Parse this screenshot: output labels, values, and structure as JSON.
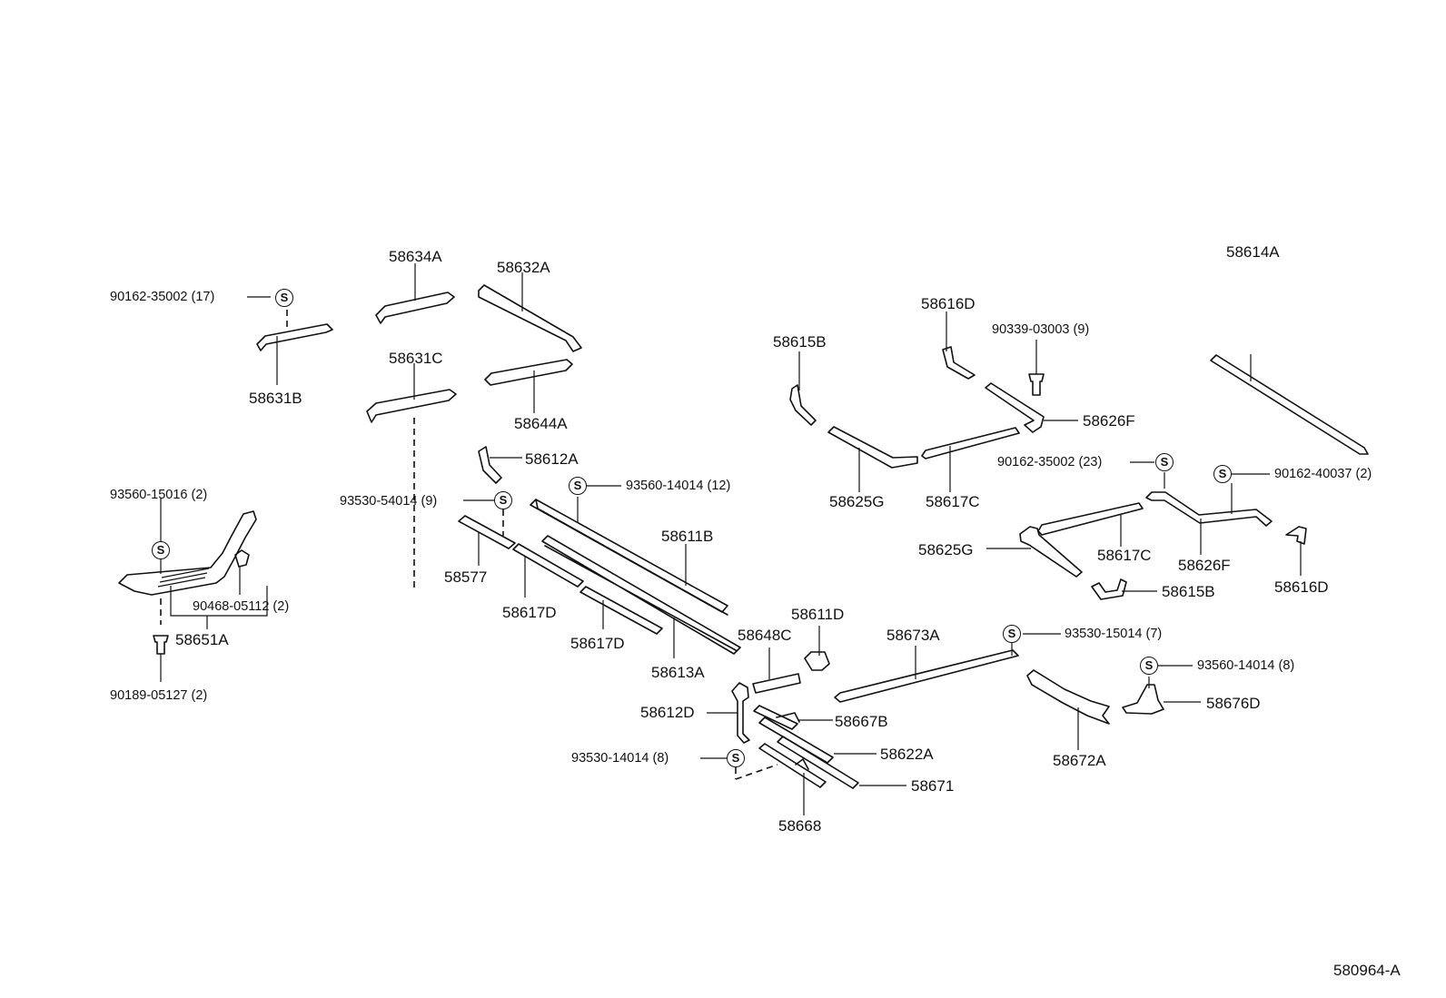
{
  "diagram": {
    "reference": "580964-A",
    "symbol": "S",
    "colors": {
      "line": "#111111",
      "background": "#ffffff"
    },
    "parts": {
      "p58634A": "58634A",
      "p58632A": "58632A",
      "p58631B": "58631B",
      "p58631C": "58631C",
      "p58644A": "58644A",
      "p58612A": "58612A",
      "p58611B": "58611B",
      "p58577": "58577",
      "p58617D_1": "58617D",
      "p58617D_2": "58617D",
      "p58613A": "58613A",
      "p58651A": "58651A",
      "p58615B_1": "58615B",
      "p58616D_1": "58616D",
      "p58614A": "58614A",
      "p58626F_1": "58626F",
      "p58625G_1": "58625G",
      "p58617C_1": "58617C",
      "p58625G_2": "58625G",
      "p58617C_2": "58617C",
      "p58626F_2": "58626F",
      "p58615B_2": "58615B",
      "p58616D_2": "58616D",
      "p58611D": "58611D",
      "p58648C": "58648C",
      "p58673A": "58673A",
      "p58612D": "58612D",
      "p58667B": "58667B",
      "p58622A": "58622A",
      "p58671": "58671",
      "p58668": "58668",
      "p58672A": "58672A",
      "p58676D": "58676D"
    },
    "fasteners": {
      "f9016235002_17": "90162-35002 (17)",
      "f9353054014_9": "93530-54014 (9)",
      "f9356014014_12": "93560-14014 (12)",
      "f9356015016_2": "93560-15016 (2)",
      "f9046805112_2": "90468-05112 (2)",
      "f9018905127_2": "90189-05127 (2)",
      "f9033903003_9": "90339-03003 (9)",
      "f9016235002_23": "90162-35002 (23)",
      "f9016240037_2": "90162-40037 (2)",
      "f9353015014_7": "93530-15014 (7)",
      "f9356014014_8": "93560-14014 (8)",
      "f9353014014_8": "93530-14014 (8)"
    }
  }
}
